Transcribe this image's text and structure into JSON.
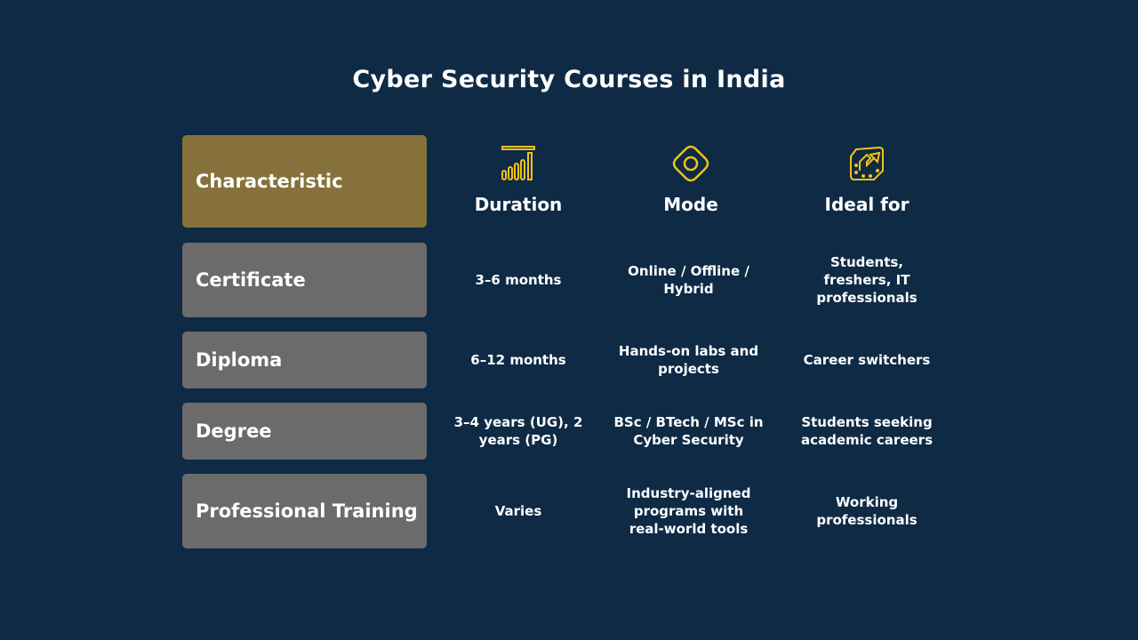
{
  "title": "Cyber Security Courses in India",
  "colors": {
    "background": "#0e2a45",
    "header_box": "#86713a",
    "row_box": "#6b6b6b",
    "icon_accent": "#f2c314",
    "text": "#ffffff"
  },
  "header": {
    "label": "Characteristic",
    "columns": [
      {
        "label": "Duration",
        "icon": "bar-chart-icon"
      },
      {
        "label": "Mode",
        "icon": "diamond-target-icon"
      },
      {
        "label": "Ideal for",
        "icon": "growth-arrow-icon"
      }
    ]
  },
  "rows": [
    {
      "label": "Certificate",
      "duration": "3–6 months",
      "mode": "Online / Offline / Hybrid",
      "ideal_for": "Students, freshers, IT professionals"
    },
    {
      "label": "Diploma",
      "duration": "6–12 months",
      "mode": "Hands-on labs and projects",
      "ideal_for": "Career switchers"
    },
    {
      "label": "Degree",
      "duration": "3–4 years (UG), 2 years (PG)",
      "mode": "BSc / BTech / MSc in Cyber Security",
      "ideal_for": "Students seeking academic careers"
    },
    {
      "label": "Professional Training",
      "duration": "Varies",
      "mode": "Industry-aligned programs with real-world tools",
      "ideal_for": "Working professionals"
    }
  ]
}
